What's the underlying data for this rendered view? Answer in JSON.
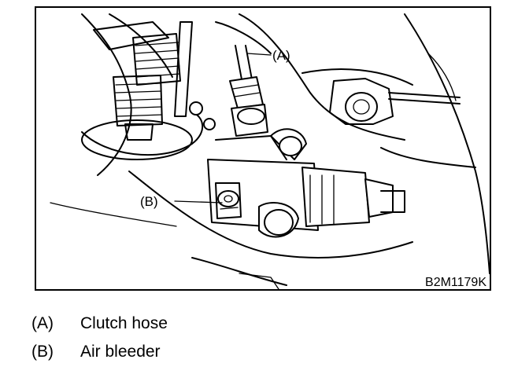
{
  "figure": {
    "callouts": [
      {
        "key": "A",
        "label": "(A)"
      },
      {
        "key": "B",
        "label": "(B)"
      }
    ],
    "figure_code": "B2M1179K"
  },
  "legend": {
    "items": [
      {
        "key": "(A)",
        "text": "Clutch hose"
      },
      {
        "key": "(B)",
        "text": "Air bleeder"
      }
    ]
  }
}
